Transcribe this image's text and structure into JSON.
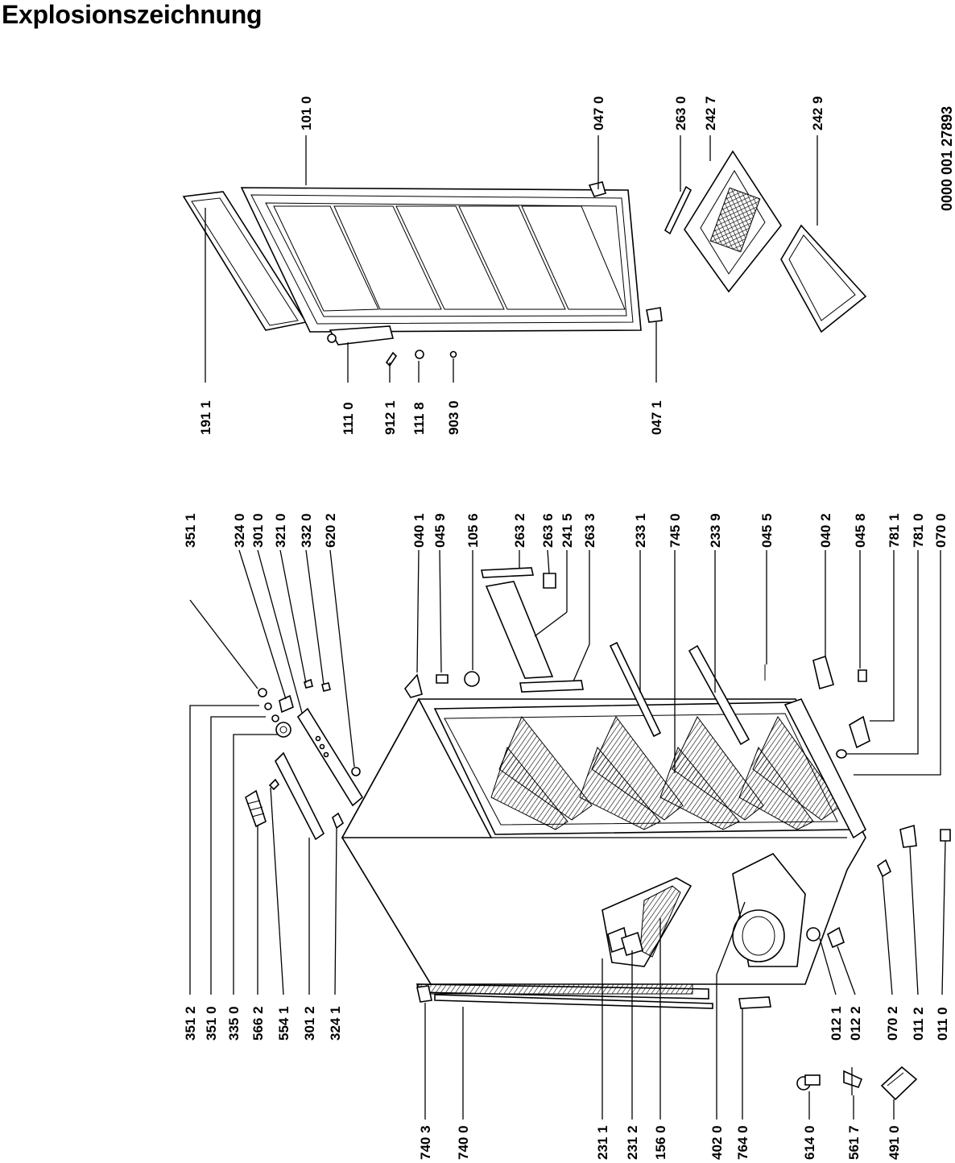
{
  "title": "Explosionszeichnung",
  "document_number": "0000 001 27893",
  "labels": {
    "l1011": "101 0",
    "l0470": "047 0",
    "l2630": "263 0",
    "l2427": "242 7",
    "l2429": "242 9",
    "l1911": "191 1",
    "l1110": "111 0",
    "l9121": "912 1",
    "l1118": "111 8",
    "l9030": "903 0",
    "l0471": "047 1",
    "l3511": "351 1",
    "l3240": "324 0",
    "l3010": "301 0",
    "l3210": "321 0",
    "l3320": "332 0",
    "l6202": "620 2",
    "l0401": "040 1",
    "l0459": "045 9",
    "l1056": "105 6",
    "l2632": "263 2",
    "l2636": "263 6",
    "l2415": "241 5",
    "l2633": "263 3",
    "l2331": "233 1",
    "l7450": "745 0",
    "l2339": "233 9",
    "l0455": "045 5",
    "l0402": "040 2",
    "l0458": "045 8",
    "l7811": "781 1",
    "l7810": "781 0",
    "l0700": "070 0",
    "l3512": "351 2",
    "l3510": "351 0",
    "l3350": "335 0",
    "l5662": "566 2",
    "l5541": "554 1",
    "l3012": "301 2",
    "l3241": "324 1",
    "l0121": "012 1",
    "l0122": "012 2",
    "l0702": "070 2",
    "l0112": "011 2",
    "l0110": "011 0",
    "l7403": "740 3",
    "l7400": "740 0",
    "l2311": "231 1",
    "l2312": "231 2",
    "l1560": "156 0",
    "l4020": "402 0",
    "l7640": "764 0",
    "l6140": "614 0",
    "l5617": "561 7",
    "l4910": "491 0"
  }
}
